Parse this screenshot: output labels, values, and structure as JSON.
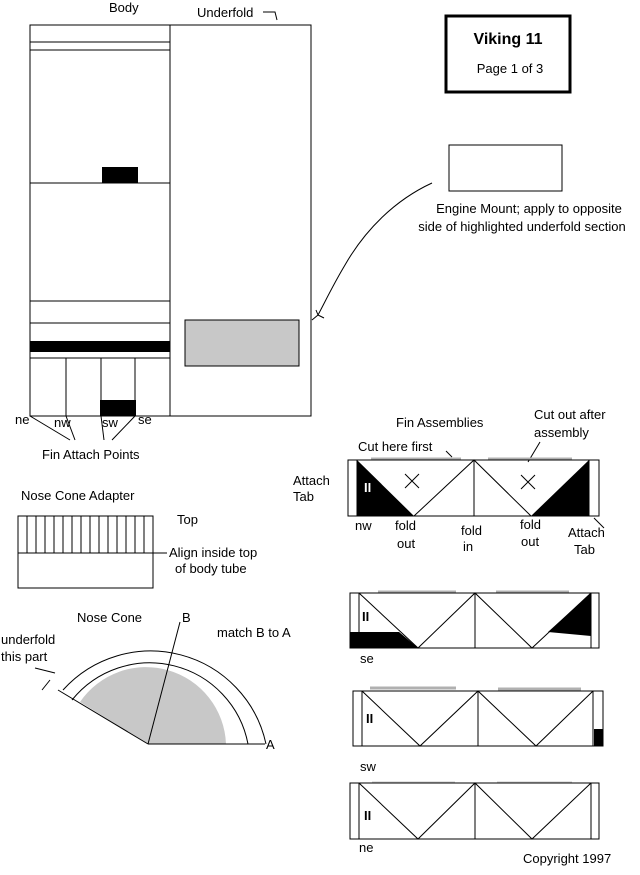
{
  "title": {
    "name": "Viking 11",
    "page": "Page 1 of 3"
  },
  "body_section": {
    "body": "Body",
    "underfold": "Underfold",
    "fin_attach_points": "Fin Attach Points"
  },
  "fin_point_labels": {
    "ne": "ne",
    "nw": "nw",
    "sw": "sw",
    "se": "se"
  },
  "engine_mount": {
    "line1": "Engine Mount; apply to opposite",
    "line2": "side of highlighted underfold section"
  },
  "nose_cone_adapter": {
    "title": "Nose Cone Adapter",
    "top": "Top",
    "align1": "Align inside top",
    "align2": "of body tube"
  },
  "nose_cone": {
    "title": "Nose Cone",
    "b": "B",
    "a": "A",
    "match": "match B to A",
    "underfold1": "underfold",
    "underfold2": "this part"
  },
  "fin_assemblies": {
    "title": "Fin Assemblies",
    "cut_after1": "Cut out after",
    "cut_after2": "assembly",
    "cut_first": "Cut here first",
    "attach_tab_left1": "Attach",
    "attach_tab_left2": "Tab",
    "attach_tab_right1": "Attach",
    "attach_tab_right2": "Tab",
    "fold_out_1a": "fold",
    "fold_out_1b": "out",
    "fold_in_a": "fold",
    "fold_in_b": "in",
    "fold_out_2a": "fold",
    "fold_out_2b": "out",
    "mark": "II",
    "labels": [
      "nw",
      "se",
      "sw",
      "ne"
    ]
  },
  "copyright": "Copyright 1997"
}
